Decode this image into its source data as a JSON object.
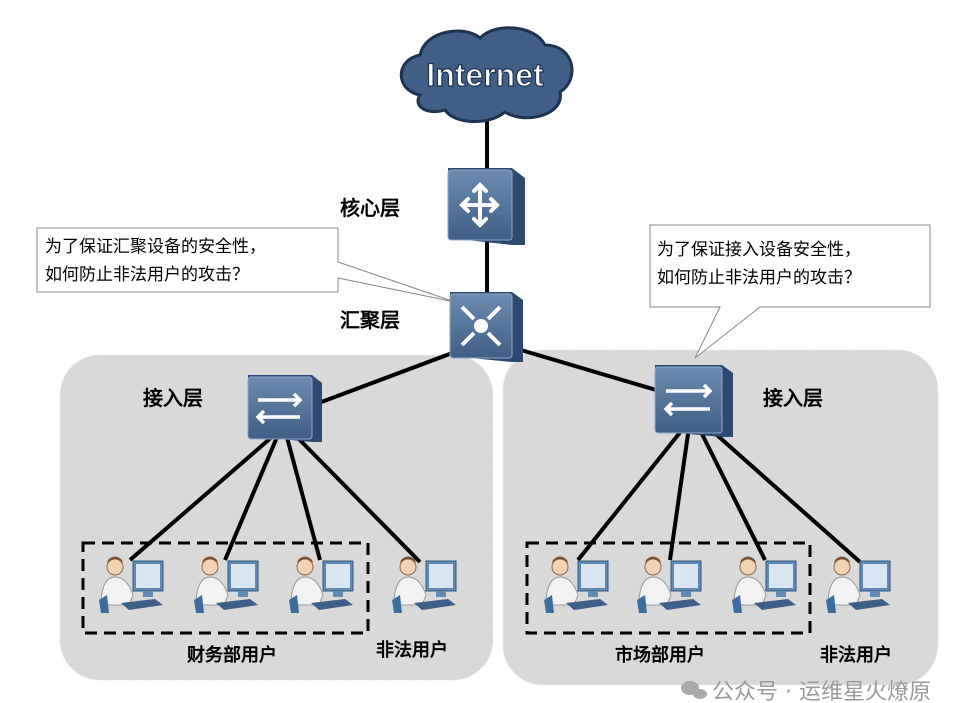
{
  "cloud": {
    "label": "Internet"
  },
  "layers": {
    "core": "核心层",
    "aggregation": "汇聚层",
    "access_left": "接入层",
    "access_right": "接入层"
  },
  "callouts": {
    "left": [
      "为了保证汇聚设备的安全性，",
      "如何防止非法用户的攻击？"
    ],
    "right": [
      "为了保证接入设备安全性，",
      "如何防止非法用户的攻击？"
    ]
  },
  "groups": {
    "left_dept": "财务部用户",
    "left_illegal": "非法用户",
    "right_dept": "市场部用户",
    "right_illegal": "非法用户"
  },
  "watermark": "公众号 · 运维星火燎原",
  "colors": {
    "device": "#4a6a90",
    "region": "#d9d9d9",
    "cloud": "#3f5f86"
  }
}
